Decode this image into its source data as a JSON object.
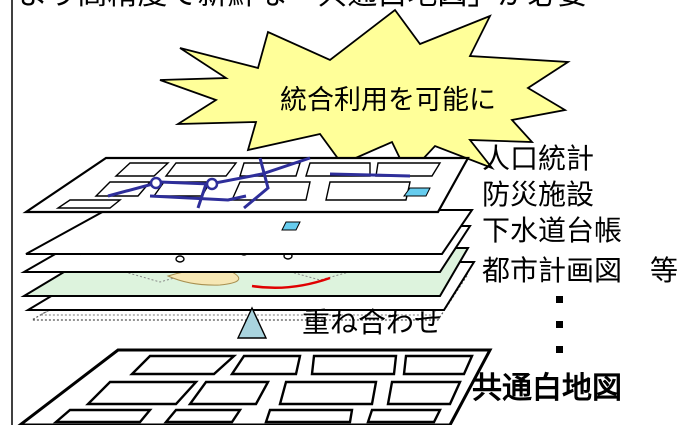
{
  "header_text": "より高精度で新鮮な「共通白地図」が必要",
  "burst_text": "統合利用を可能に",
  "layers": [
    "人口統計",
    "防災施設",
    "下水道台帳",
    "都市計画図　等"
  ],
  "overlay_text": "重ね合わせ",
  "base_map_label": "共通白地図",
  "colors": {
    "burst_fill": "#ffff99",
    "road_blue": "#2e2e9a",
    "facility_blue": "#66ccee",
    "green_layer": "#ddf3dd",
    "red_line": "#e00000",
    "arrow_fill": "#a9d4de"
  }
}
